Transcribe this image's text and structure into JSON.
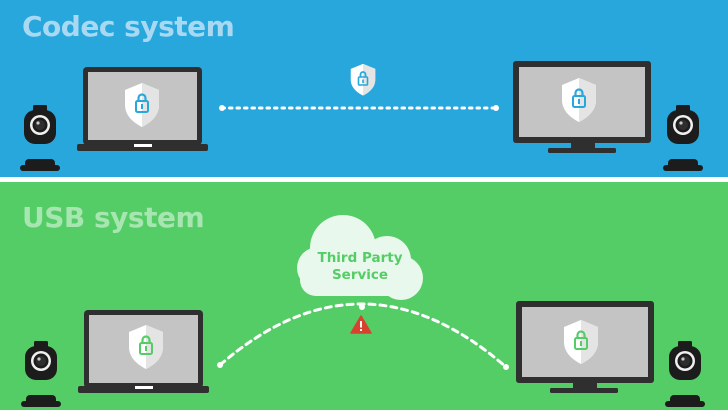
{
  "panels": {
    "codec": {
      "title": "Codec system",
      "background": "#27a7dc",
      "title_color": "#a9d9f2"
    },
    "usb": {
      "title": "USB system",
      "background": "#55cd66",
      "title_color": "#a7e5b1",
      "cloud_label_line1": "Third Party",
      "cloud_label_line2": "Service",
      "cloud_text_color": "#55cd66"
    }
  },
  "colors": {
    "device_frame": "#2f2f30",
    "screen": "#c4c4c4",
    "shield": "#ffffff",
    "lock_codec": "#27a7dc",
    "lock_usb": "#55cd66",
    "warning": "#d9412f",
    "divider": "#ffffff"
  },
  "icons": {
    "laptop": "laptop-icon",
    "monitor": "monitor-icon",
    "camera": "webcam-icon",
    "shield": "shield-lock-icon",
    "cloud": "cloud-icon",
    "warning": "warning-icon"
  }
}
